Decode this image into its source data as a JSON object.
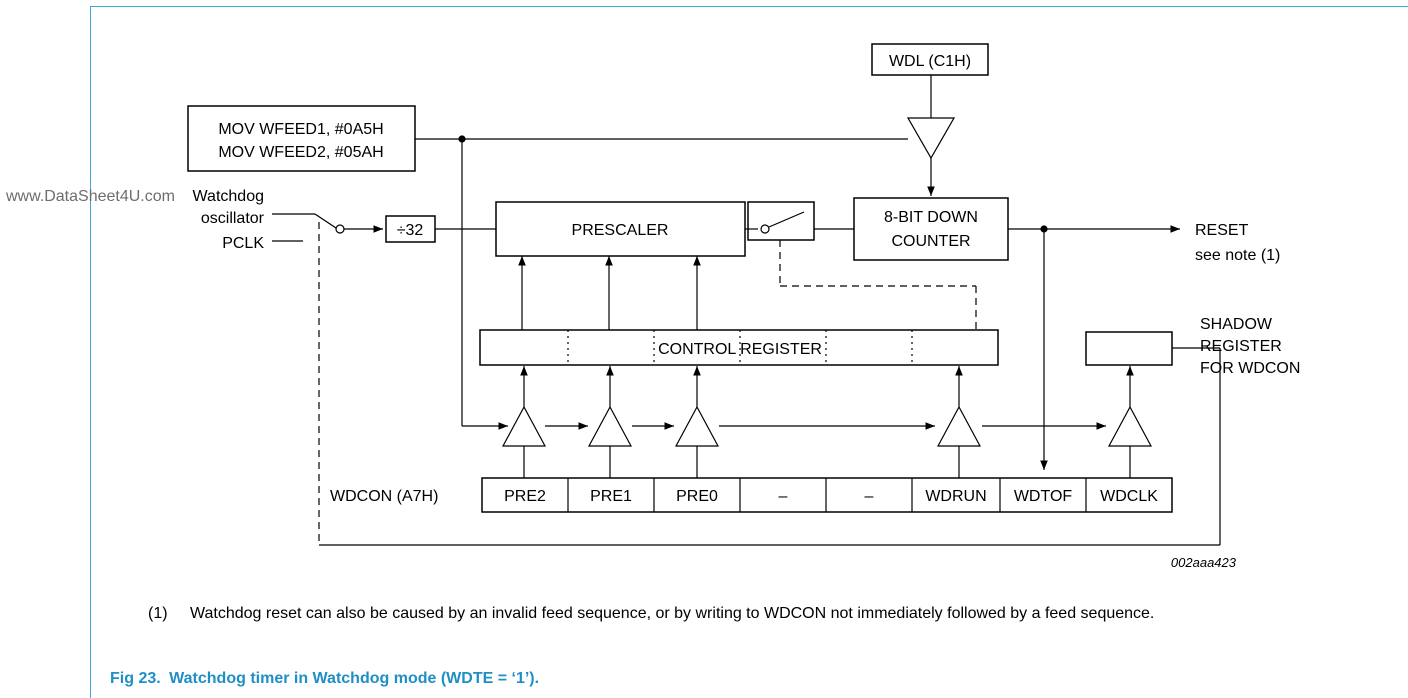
{
  "watermark": "www.DataSheet4U.com",
  "feed_box": {
    "line1": "MOV WFEED1, #0A5H",
    "line2": "MOV WFEED2, #05AH"
  },
  "wdl_box": "WDL (C1H)",
  "inputs": {
    "watchdog_line1": "Watchdog",
    "watchdog_line2": "oscillator",
    "pclk": "PCLK"
  },
  "divider": "÷32",
  "prescaler": "PRESCALER",
  "counter": {
    "line1": "8-BIT DOWN",
    "line2": "COUNTER"
  },
  "reset": {
    "label": "RESET",
    "note": "see note (1)"
  },
  "control_register": "CONTROL REGISTER",
  "shadow": {
    "line1": "SHADOW",
    "line2": "REGISTER",
    "line3": "FOR WDCON"
  },
  "wdcon": {
    "label": "WDCON (A7H)",
    "bits": [
      "PRE2",
      "PRE1",
      "PRE0",
      "–",
      "–",
      "WDRUN",
      "WDTOF",
      "WDCLK"
    ]
  },
  "figure_id": "002aaa423",
  "note": {
    "number": "(1)",
    "text": "Watchdog reset can also be caused by an invalid feed sequence, or by writing to WDCON not immediately followed by a feed sequence."
  },
  "caption": {
    "label": "Fig 23.",
    "text": "Watchdog timer in Watchdog mode (WDTE = ‘1’)."
  },
  "colors": {
    "frame": "#3fa9d6",
    "caption": "#1f8fc6",
    "watermark": "#6d6d6d"
  }
}
